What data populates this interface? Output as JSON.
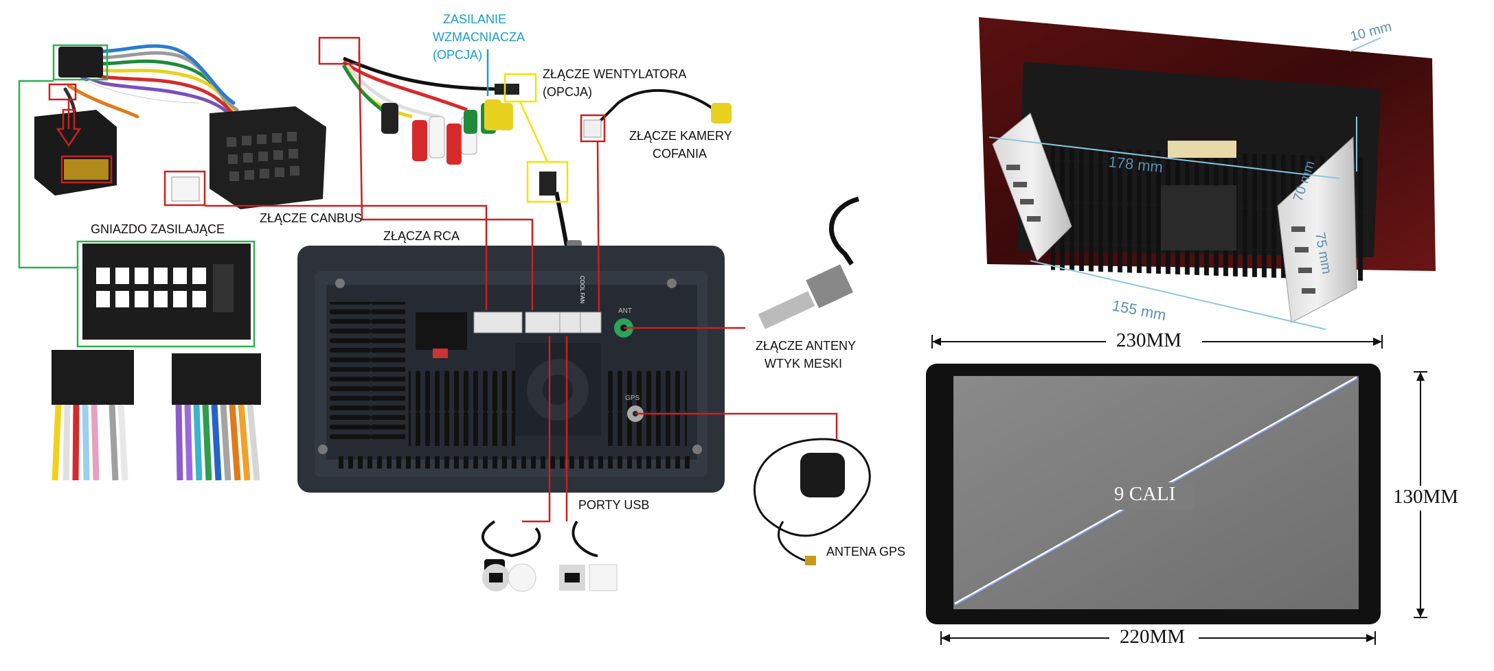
{
  "labels": {
    "amp_power": [
      "ZASILANIE",
      "WZMACNIACZA",
      "(OPCJA)"
    ],
    "fan_connector": [
      "ZŁĄCZE WENTYLATORA",
      "(OPCJA)"
    ],
    "camera_connector": [
      "ZŁĄCZE KAMERY",
      "COFANIA"
    ],
    "power_socket": "GNIAZDO ZASILAJĄCE",
    "canbus": "ZŁĄCZE CANBUS",
    "rca": "ZŁĄCZA RCA",
    "antenna_connector": [
      "ZŁĄCZE ANTENY",
      "WTYK MESKI"
    ],
    "usb_ports": "PORTY USB",
    "gps_antenna": "ANTENA GPS"
  },
  "panel_labels": {
    "ant": "ANT",
    "gps": "GPS",
    "cable_tag": "COOL FAN"
  },
  "dimensions": {
    "depth": "10 mm",
    "width_side": "178 mm",
    "height_side": "70 mm",
    "side_75": "75 mm",
    "bottom_155": "155 mm",
    "top_width": "230MM",
    "bottom_width": "220MM",
    "height": "130MM",
    "screen_size": "9 CALI"
  },
  "colors": {
    "connector_line": "#cc1e1e",
    "power_box": "#2bb24c",
    "fan_box": "#f2e200",
    "amp_label": "#1a9ccc"
  }
}
